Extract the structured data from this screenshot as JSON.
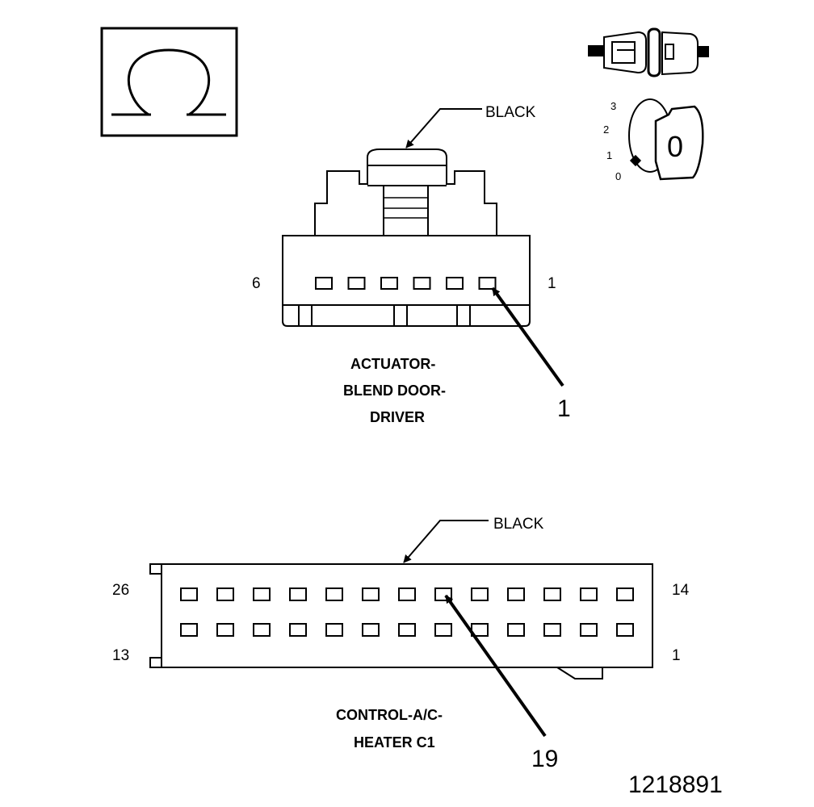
{
  "test_icon": "ohmmeter-omega-icon",
  "ignition": {
    "switch_icon": "connector-unplugged-icon",
    "key_icon": "ignition-key-icon",
    "positions": [
      "3",
      "2",
      "1",
      "0"
    ],
    "key_label": "0"
  },
  "connector_top": {
    "color_label": "BLACK",
    "pin_left": "6",
    "pin_right": "1",
    "pin_count": 6,
    "title": [
      "ACTUATOR-",
      "BLEND DOOR-",
      "DRIVER"
    ],
    "callout": "1"
  },
  "connector_bottom": {
    "color_label": "BLACK",
    "pin_top_left": "26",
    "pin_top_right": "14",
    "pin_bottom_left": "13",
    "pin_bottom_right": "1",
    "pins_per_row": 13,
    "title": [
      "CONTROL-A/C-",
      "HEATER C1"
    ],
    "callout": "19"
  },
  "figure_number": "1218891"
}
